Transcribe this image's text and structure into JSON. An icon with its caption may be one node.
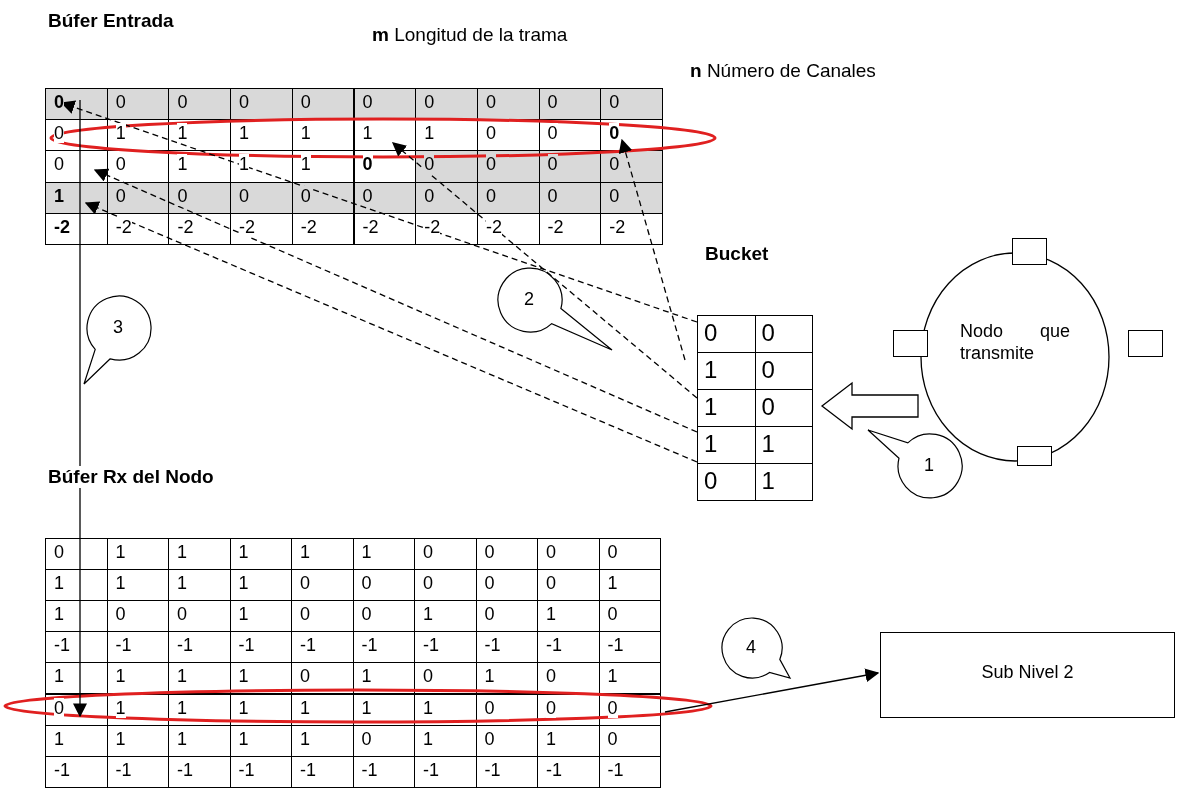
{
  "diagram": {
    "nodes": [
      {
        "text": [
          "Búfer Entrada",
          "**0**",
          "0",
          "0",
          "0",
          "0",
          "0",
          "0",
          "0",
          "0",
          "0",
          "0",
          "1",
          "1",
          "1",
          "1",
          "1",
          "1",
          "0",
          "0",
          "**0**",
          "0",
          "0",
          "1",
          "1",
          "1",
          "**0**",
          "0",
          "0",
          "0",
          "0",
          "**1**",
          "0",
          "0",
          "0",
          "0",
          "0",
          "0",
          "0",
          "0",
          "0",
          "**-2**",
          "-2",
          "-2",
          "-2",
          "-2",
          "-2",
          "-2",
          "-2",
          "-2",
          "-2"
        ]
      },
      {
        "text": [
          "Bucket",
          "0",
          "0",
          "1",
          "0",
          "1",
          "0",
          "1",
          "1",
          "0",
          "1"
        ]
      },
      {
        "text": [
          "Nodo que transmite"
        ]
      },
      {
        "text": [],
        "shape": "box"
      },
      {
        "text": [],
        "shape": "box"
      },
      {
        "text": [],
        "shape": "box"
      },
      {
        "text": [],
        "shape": "box"
      },
      {
        "text": [
          "2"
        ]
      },
      {
        "text": [
          "3"
        ]
      },
      {
        "text": [
          "1"
        ]
      },
      {
        "text": [
          "Búfer Rx del Nodo",
          "0",
          "1",
          "1",
          "1",
          "1",
          "1",
          "0",
          "0",
          "0",
          "0",
          "1",
          "1",
          "1",
          "1",
          "0",
          "0",
          "0",
          "0",
          "0",
          "1",
          "1",
          "0",
          "0",
          "1",
          "0",
          "0",
          "1",
          "0",
          "1",
          "0",
          "-1",
          "-1",
          "-1",
          "-1",
          "-1",
          "-1",
          "-1",
          "-1",
          "-1",
          "-1",
          "1",
          "1",
          "1",
          "1",
          "0",
          "1",
          "0",
          "1",
          "0",
          "1",
          "0",
          "1",
          "1",
          "1",
          "1",
          "1",
          "1",
          "0",
          "0",
          "0",
          "1",
          "1",
          "1",
          "1",
          "1",
          "0",
          "1",
          "0",
          "1",
          "0",
          "-1",
          "-1",
          "-1",
          "-1",
          "-1",
          "-1",
          "-1",
          "-1",
          "-1",
          "-1"
        ]
      },
      {
        "text": [
          "4"
        ]
      },
      {
        "text": [
          "Sub Nivel 2"
        ]
      }
    ],
    "edges": [
      {
        "from": 1,
        "to": 0,
        "arrow": "to",
        "style": "dashed"
      },
      {
        "from": 1,
        "to": 0,
        "arrow": "to",
        "style": "dashed"
      },
      {
        "from": 1,
        "to": 0,
        "arrow": "to",
        "style": "dashed"
      },
      {
        "from": 1,
        "to": 0,
        "arrow": "to",
        "style": "dashed"
      },
      {
        "from": 1,
        "to": 0,
        "arrow": "to",
        "style": "dashed"
      },
      {
        "from": 2,
        "to": 1,
        "arrow": "to",
        "style": "thick"
      },
      {
        "from": 0,
        "to": 10,
        "arrow": "to"
      },
      {
        "from": 10,
        "to": 12,
        "arrow": "to"
      }
    ],
    "labels": [
      "**m** Longitud de la trama",
      "**n** Número de Canales"
    ]
  }
}
